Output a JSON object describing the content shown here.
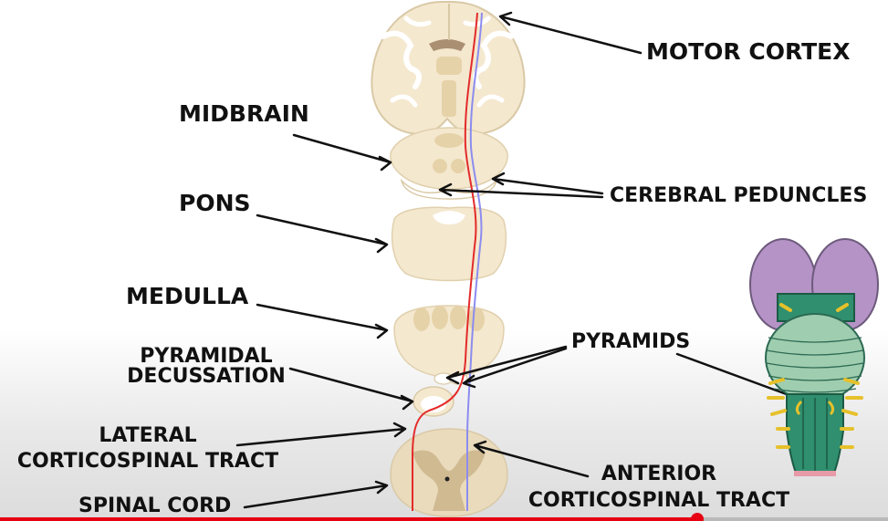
{
  "labels": {
    "motor_cortex": "MOTOR CORTEX",
    "midbrain": "MIDBRAIN",
    "pons": "PONS",
    "cerebral_peduncles": "CEREBRAL PEDUNCLES",
    "medulla": "MEDULLA",
    "pyramids": "PYRAMIDS",
    "pyramidal_decussation": [
      "PYRAMIDAL",
      "DECUSSATION"
    ],
    "lateral_corticospinal_tract": [
      "LATERAL",
      "CORTICOSPINAL TRACT"
    ],
    "anterior_corticospinal_tract": [
      "ANTERIOR",
      "CORTICOSPINAL TRACT"
    ],
    "spinal_cord": "SPINAL CORD"
  },
  "colors": {
    "tissue": "#f4e8cf",
    "tissue_dark": "#e6d2a8",
    "outline": "#d9c9a6",
    "motor_tract": "#e32b2b",
    "sensory_tract": "#8c8cf0",
    "brainstem_green": "#2f8f6e",
    "brainstem_purple": "#b593c6",
    "brainstem_yellow": "#e6c12b",
    "progress": "#e60012"
  },
  "video": {
    "progress_fraction": 0.785
  }
}
